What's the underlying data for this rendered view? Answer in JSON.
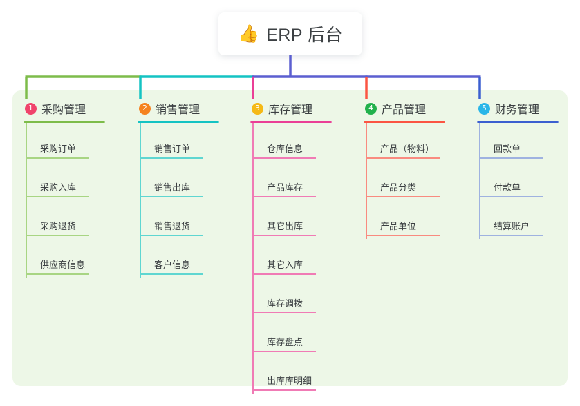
{
  "root": {
    "icon": "thumbs-up-icon",
    "icon_glyph": "👍",
    "title": "ERP 后台"
  },
  "palette": {
    "panel_background": "#edf7e7",
    "page_background": "#ffffff",
    "text": "#3c4043"
  },
  "columns": [
    {
      "number": "1",
      "title": "采购管理",
      "badge_color": "#f0436b",
      "line_color": "#7dbc4a",
      "tint_color": "#a8d583",
      "items": [
        "采购订单",
        "采购入库",
        "采购退货",
        "供应商信息"
      ]
    },
    {
      "number": "2",
      "title": "销售管理",
      "badge_color": "#f5821f",
      "line_color": "#14c3c3",
      "tint_color": "#5fd6d1",
      "items": [
        "销售订单",
        "销售出库",
        "销售退货",
        "客户信息"
      ]
    },
    {
      "number": "3",
      "title": "库存管理",
      "badge_color": "#f5b916",
      "line_color": "#ea3f96",
      "tint_color": "#f07bb5",
      "items": [
        "仓库信息",
        "产品库存",
        "其它出库",
        "其它入库",
        "库存调拨",
        "库存盘点",
        "出库库明细"
      ]
    },
    {
      "number": "4",
      "title": "产品管理",
      "badge_color": "#22b14c",
      "line_color": "#fb5543",
      "tint_color": "#f98b80",
      "items": [
        "产品（物料）",
        "产品分类",
        "产品单位"
      ]
    },
    {
      "number": "5",
      "title": "财务管理",
      "badge_color": "#29b6e8",
      "line_color": "#3b5fd0",
      "tint_color": "#9fb2e0",
      "items": [
        "回款单",
        "付款单",
        "结算账户"
      ]
    }
  ]
}
